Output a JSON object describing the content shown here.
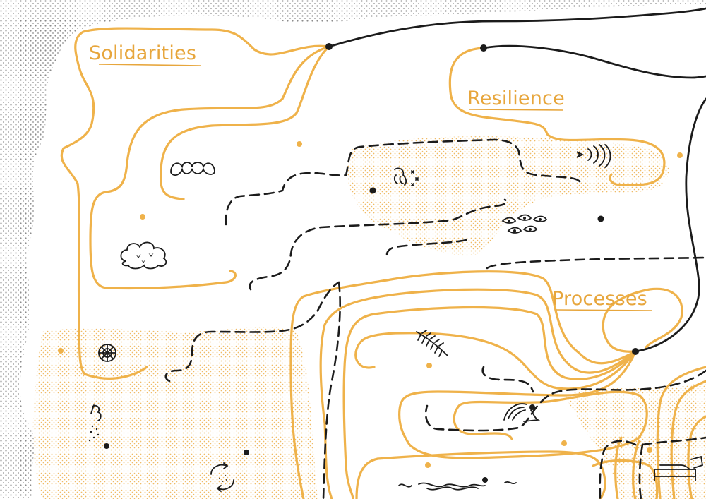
{
  "labels": {
    "solidarities": "Solidarities",
    "resilience": "Resilience",
    "processes": "Processes"
  },
  "colors": {
    "accent": "#efb24a",
    "ink": "#1b1b1b",
    "stipple": "#9a9a9a",
    "paper": "#ffffff"
  },
  "icons": [
    "hands-icon",
    "cloud-hearts-icon",
    "web-circle-icon",
    "figure-icon",
    "octopus-icon",
    "waves-icon",
    "eyes-icon",
    "feather-icon",
    "reclining-figure-icon",
    "bed-icon",
    "cycle-arrows-icon",
    "wave-line-icon"
  ]
}
